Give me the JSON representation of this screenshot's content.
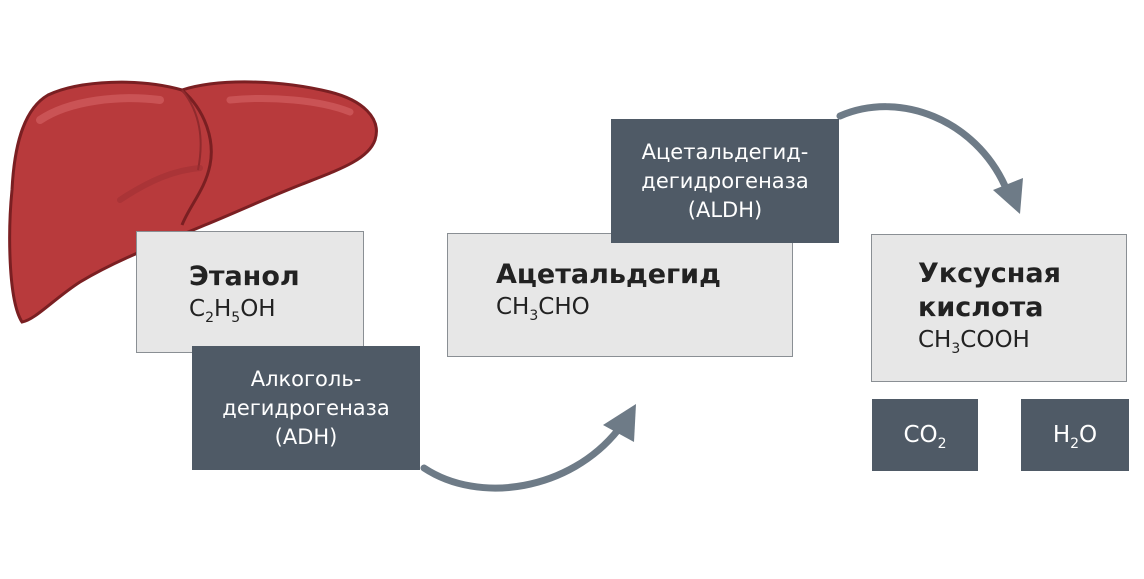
{
  "colors": {
    "light_box": "#e7e7e7",
    "dark_box": "#4f5a66",
    "arrow": "#6e7b87",
    "liver": "#b83a3c"
  },
  "icons": [
    "liver-icon",
    "curved-arrow-icon"
  ],
  "ethanol": {
    "name": "Этанол",
    "formula": {
      "p1": "C",
      "s1": "2",
      "p2": "H",
      "s2": "5",
      "p3": "OH"
    }
  },
  "adh": {
    "line1": "Алкоголь-",
    "line2": "дегидрогеназа",
    "line3": "(ADH)"
  },
  "acetaldehyde": {
    "name": "Ацетальдегид",
    "formula": {
      "p1": "CH",
      "s1": "3",
      "p2": "CHO"
    }
  },
  "aldh": {
    "line1": "Ацетальдегид-",
    "line2": "дегидрогеназа",
    "line3": "(ALDH)"
  },
  "acetic_acid": {
    "name_line1": "Уксусная",
    "name_line2": "кислота",
    "formula": {
      "p1": "CH",
      "s1": "3",
      "p2": "COOH"
    }
  },
  "co2": {
    "p1": "CO",
    "s1": "2"
  },
  "h2o": {
    "p1": "H",
    "s1": "2",
    "p2": "O"
  }
}
